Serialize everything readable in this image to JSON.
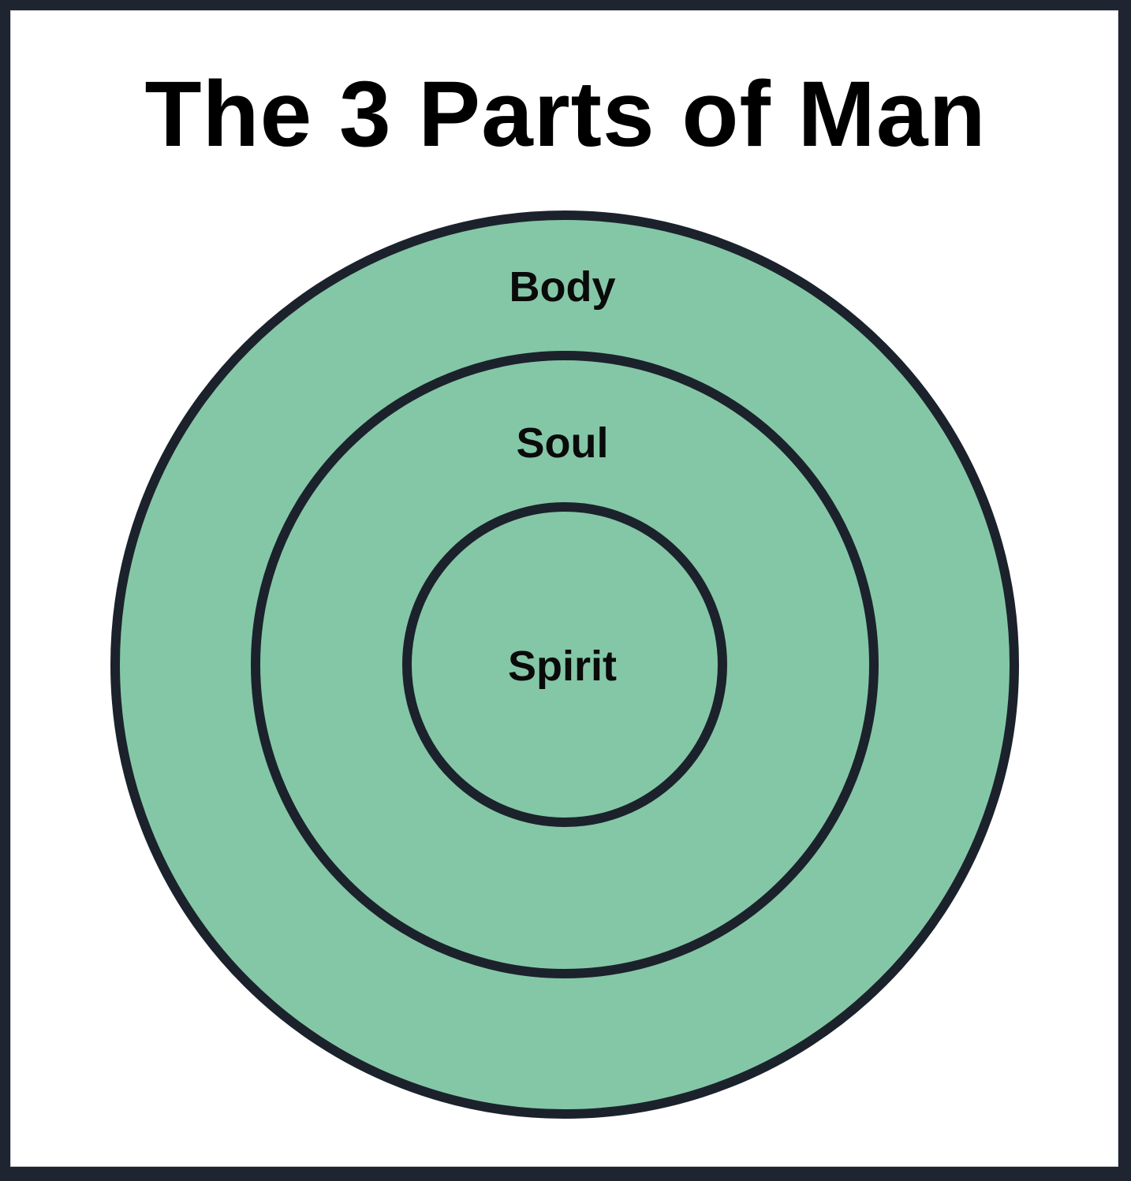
{
  "diagram": {
    "title": "The 3 Parts of Man",
    "colors": {
      "background_frame": "#1f2530",
      "page": "#ffffff",
      "ring_fill": "#84c7a7",
      "ring_stroke": "#1c222b",
      "text": "#000000"
    },
    "rings": [
      {
        "label": "Body"
      },
      {
        "label": "Soul"
      },
      {
        "label": "Spirit"
      }
    ]
  }
}
